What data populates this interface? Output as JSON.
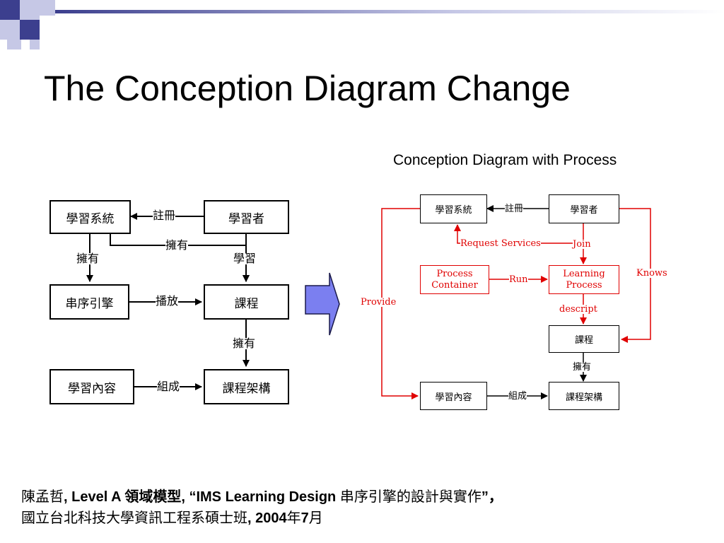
{
  "slide": {
    "title": "The Conception Diagram Change",
    "subtitle": "Conception Diagram with Process"
  },
  "left_diagram": {
    "nodes": {
      "learning_system": "學習系統",
      "learner": "學習者",
      "sequence_engine": "串序引擎",
      "course": "課程",
      "learning_content": "學習內容",
      "course_structure": "課程架構"
    },
    "edges": {
      "register": "註冊",
      "own_top": "擁有",
      "own_left": "擁有",
      "learn": "學習",
      "play": "播放",
      "own_right": "擁有",
      "compose": "組成"
    }
  },
  "right_diagram": {
    "nodes": {
      "learning_system": "學習系統",
      "learner": "學習者",
      "process_container": "Process\nContainer",
      "learning_process": "Learning\nProcess",
      "course": "課程",
      "learning_content": "學習內容",
      "course_structure": "課程架構"
    },
    "edges": {
      "register": "註冊",
      "request_services": "Request Services",
      "join": "Join",
      "run": "Run",
      "knows": "Knows",
      "provide": "Provide",
      "descript": "descript",
      "own": "擁有",
      "compose": "組成"
    }
  },
  "footer": {
    "author": "陳孟哲",
    "sep1": ", ",
    "level": "Level A",
    "topic": " 領域模型, ",
    "quote_open": "“",
    "ims": "IMS Learning Design",
    "thesis": " 串序引擎的設計與實作",
    "quote_close": "”，",
    "institution": "國立台北科技大學資訊工程系碩士班",
    "sep2": ", ",
    "year": "2004",
    "year_unit": "年",
    "month": "7",
    "month_unit": "月"
  },
  "colors": {
    "accent_navy": "#3c3f8e",
    "accent_light": "#c6c8e6",
    "process_red": "#e00000",
    "arrow_fill": "#7b7ff0"
  }
}
